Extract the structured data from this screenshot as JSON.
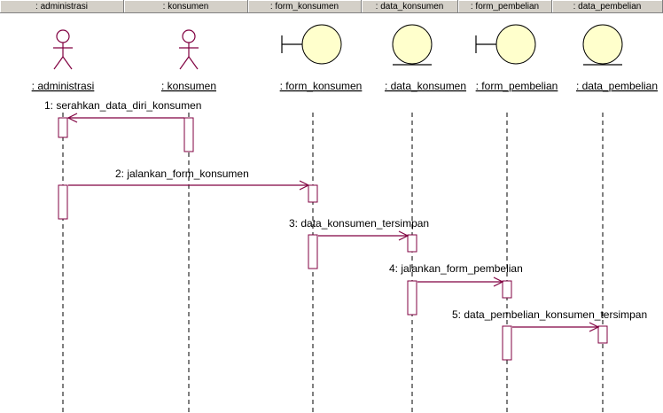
{
  "header_columns": [
    ": administrasi",
    ": konsumen",
    ": form_konsumen",
    ": data_konsumen",
    ": form_pembelian",
    ": data_pembelian"
  ],
  "objects": [
    {
      "kind": "actor",
      "name": ": administrasi"
    },
    {
      "kind": "actor",
      "name": ": konsumen"
    },
    {
      "kind": "boundary",
      "name": ": form_konsumen"
    },
    {
      "kind": "entity",
      "name": ": data_konsumen"
    },
    {
      "kind": "boundary",
      "name": ": form_pembelian"
    },
    {
      "kind": "entity",
      "name": ": data_pembelian"
    }
  ],
  "messages": [
    {
      "label": "1: serahkan_data_diri_konsumen",
      "from": 1,
      "to": 0
    },
    {
      "label": "2: jalankan_form_konsumen",
      "from": 0,
      "to": 2
    },
    {
      "label": "3: data_konsumen_tersimpan",
      "from": 2,
      "to": 3
    },
    {
      "label": "4: jalankan_form_pembelian",
      "from": 3,
      "to": 4
    },
    {
      "label": "5: data_pembelian_konsumen_tersimpan",
      "from": 4,
      "to": 5
    }
  ],
  "colors": {
    "line": "#800040",
    "object_fill": "#ffffcc",
    "header_bg": "#d4d0c8"
  }
}
